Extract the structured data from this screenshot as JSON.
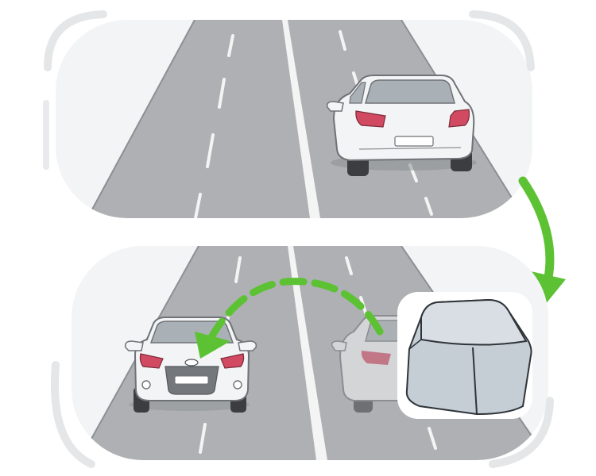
{
  "illustration": {
    "panels": [
      {
        "id": "top",
        "content": "road-rear-view-car-ahead"
      },
      {
        "id": "bottom",
        "content": "road-car-overtaken-front-view"
      }
    ],
    "arrows": {
      "transition_arrow_color": "#5cc233",
      "lane_change_arrow_color": "#5cc233"
    },
    "key_icon": {
      "name": "keyboard-key-icon",
      "label": ""
    },
    "car_badge": {
      "name": "car-logo-icon"
    }
  },
  "colors": {
    "road": "#aeb0b3",
    "road_edge": "#9a9c9f",
    "lane_marking": "#f4f4f4",
    "car_body": "#f3f4f5",
    "car_outline": "#6f7276",
    "tail_light": "#d24a62",
    "key_face": "#c5cdd5",
    "key_top": "#d8dee4",
    "panel_bg": "#eef0f1"
  }
}
